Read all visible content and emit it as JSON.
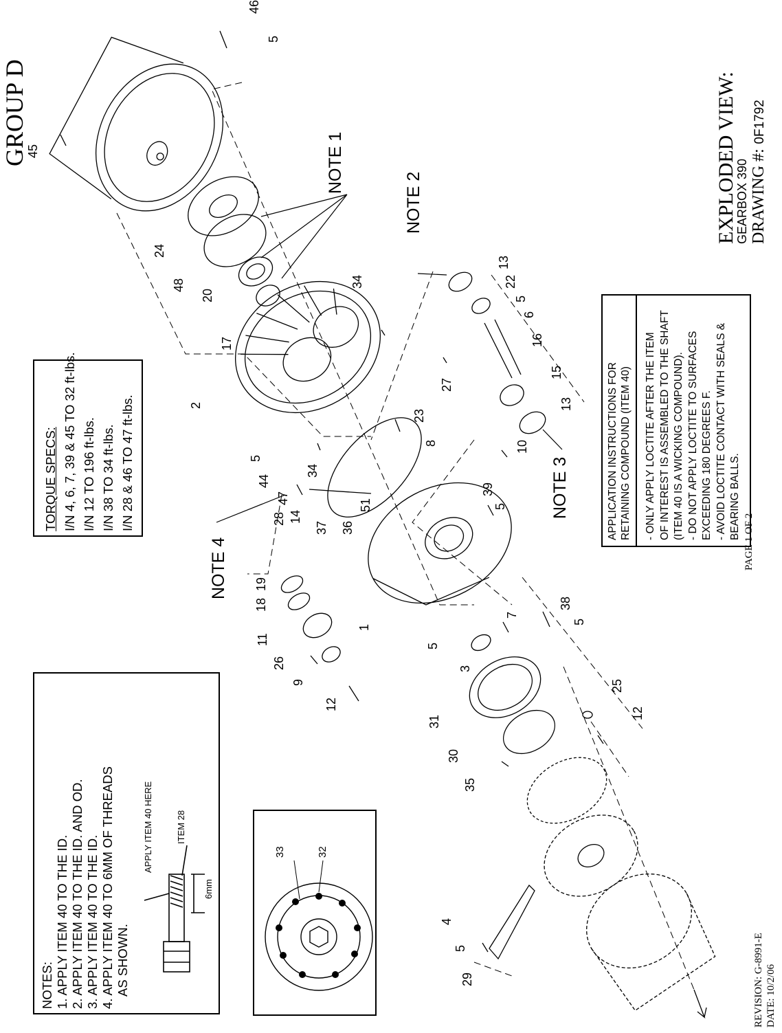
{
  "group": "GROUP D",
  "title": "EXPLODED VIEW:",
  "subtitle": "GEARBOX 390",
  "drawing_label": "DRAWING #:",
  "drawing_number": "0F1792",
  "page": "PAGE 1 OF 2",
  "revision": "REVISION: G-8991-E",
  "date": "DATE: 10/2/06",
  "torque": {
    "heading": "TORQUE SPECS:",
    "lines": [
      "I/N 4, 6, 7, 39 & 45  TO 32 ft-lbs.",
      "I/N 12 TO 196 ft-lbs.",
      "I/N 38 TO 34 ft-lbs.",
      "I/N 28 & 46 TO 47 ft-lbs."
    ]
  },
  "notes": {
    "heading": "NOTES:",
    "lines": [
      "1. APPLY ITEM 40 TO THE ID.",
      "2. APPLY ITEM 40 TO THE ID. AND OD.",
      "3. APPLY ITEM 40 TO THE ID.",
      "4. APPLY ITEM 40 TO 6MM OF THREADS",
      "AS SHOWN."
    ],
    "apply_label": "APPLY ITEM 40 HERE",
    "item_label": "ITEM 28",
    "dim_label": "6mm"
  },
  "application": {
    "heading_1": "APPLICATION INSTRUCTIONS FOR",
    "heading_2": "RETAINING COMPOUND (ITEM 40)",
    "lines": [
      "- ONLY APPLY LOCTITE AFTER THE ITEM",
      "OF INTEREST IS ASSEMBLED TO THE SHAFT",
      "(ITEM 40 IS A WICKING COMPOUND).",
      "- DO NOT APPLY LOCTITE TO SURFACES",
      "EXCEEDING 180 DEGREES F.",
      "- AVOID LOCTITE CONTACT WITH SEALS &",
      "BEARING BALLS."
    ]
  },
  "callouts": {
    "note1": "NOTE 1",
    "note2": "NOTE 2",
    "note3": "NOTE 3",
    "note4": "NOTE 4"
  },
  "detail_items": [
    "33",
    "32"
  ],
  "item_numbers": [
    "46",
    "5",
    "45",
    "24",
    "48",
    "20",
    "17",
    "2",
    "34",
    "13",
    "22",
    "5",
    "6",
    "16",
    "15",
    "13",
    "27",
    "23",
    "10",
    "8",
    "34",
    "5",
    "44",
    "47",
    "28",
    "39",
    "5",
    "51",
    "14",
    "37",
    "36",
    "19",
    "18",
    "11",
    "26",
    "9",
    "12",
    "1",
    "5",
    "7",
    "38",
    "5",
    "3",
    "25",
    "12",
    "31",
    "30",
    "35",
    "4",
    "5",
    "29"
  ]
}
